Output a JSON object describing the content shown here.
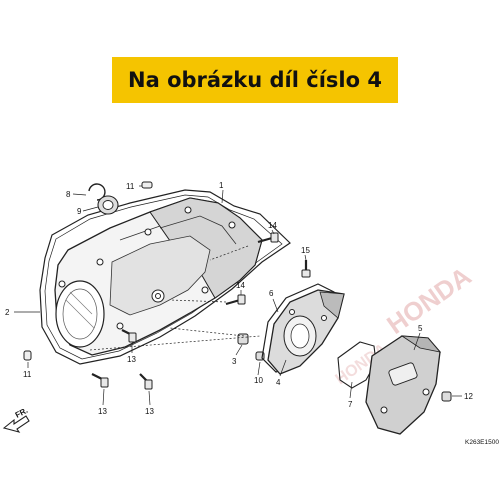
{
  "banner": {
    "text": "Na obrázku díl číslo 4",
    "background": "#f5c400"
  },
  "diagram": {
    "drawing_code": "K263E1500",
    "front_label": "FR.",
    "watermark_text": "HONDA",
    "part_labels": [
      "1",
      "2",
      "3",
      "4",
      "5",
      "6",
      "7",
      "8",
      "9",
      "10",
      "11",
      "11",
      "12",
      "13",
      "13",
      "13",
      "14",
      "14",
      "15"
    ]
  }
}
